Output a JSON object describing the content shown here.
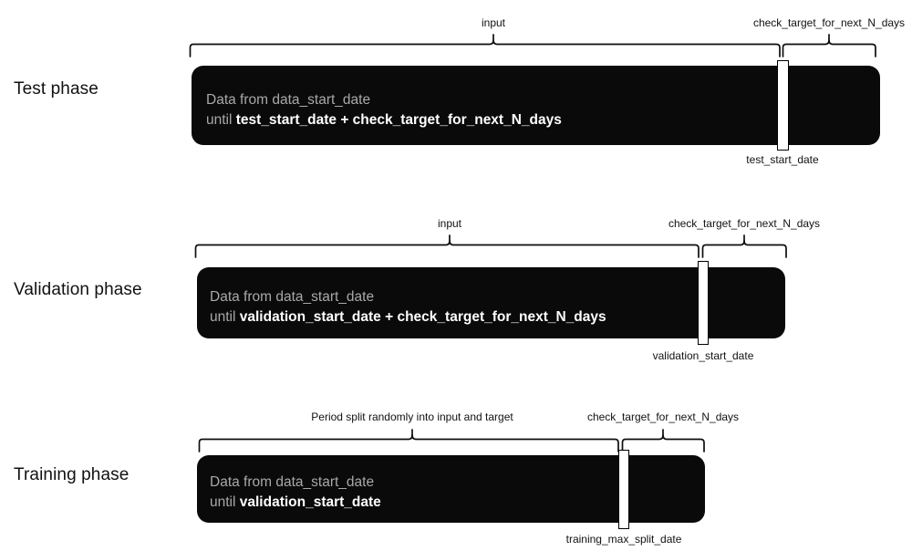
{
  "diagram": {
    "title": "Train / validation / test temporal split diagram",
    "colors": {
      "bar_fill": "#0a0a0a",
      "bar_text_muted": "#a9a9a9",
      "bar_text_strong": "#ffffff",
      "marker_fill": "#ffffff",
      "stroke": "#0d0d0d",
      "background": "#ffffff"
    },
    "phases": [
      {
        "id": "test",
        "label": "Test phase",
        "bar_line1_prefix": "Data from ",
        "bar_line1_value": "data_start_date",
        "bar_line2_prefix": "until ",
        "bar_line2_value": "test_start_date + check_target_for_next_N_days",
        "marker_caption": "test_start_date",
        "left_brace_caption": "input",
        "right_brace_caption": "check_target_for_next_N_days"
      },
      {
        "id": "validation",
        "label": "Validation phase",
        "bar_line1_prefix": "Data from ",
        "bar_line1_value": "data_start_date",
        "bar_line2_prefix": "until ",
        "bar_line2_value": "validation_start_date + check_target_for_next_N_days",
        "marker_caption": "validation_start_date",
        "left_brace_caption": "input",
        "right_brace_caption": "check_target_for_next_N_days"
      },
      {
        "id": "training",
        "label": "Training phase",
        "bar_line1_prefix": "Data from ",
        "bar_line1_value": "data_start_date",
        "bar_line2_prefix": "until ",
        "bar_line2_value": "validation_start_date",
        "marker_caption": "training_max_split_date",
        "left_brace_caption": "Period split randomly into input and target",
        "right_brace_caption": "check_target_for_next_N_days"
      }
    ]
  }
}
